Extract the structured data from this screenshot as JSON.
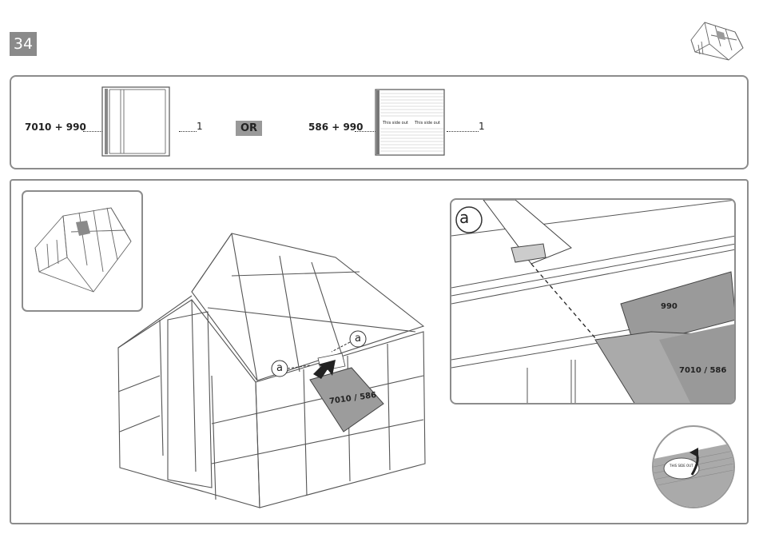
{
  "step": {
    "number": "34"
  },
  "parts": {
    "option_a": {
      "code": "7010 + 990",
      "qty": "1"
    },
    "or_label": "OR",
    "option_b": {
      "code": "586 + 990",
      "qty": "1",
      "sticker_left": "This side out",
      "sticker_right": "This side out"
    }
  },
  "main": {
    "callout_a_1": "a",
    "callout_a_2": "a",
    "panel_label": "7010 / 586"
  },
  "detail": {
    "callout": "a",
    "label_990": "990",
    "label_panel": "7010 / 586"
  },
  "sticker_inset": {
    "text": "THIS SIDE OUT"
  }
}
